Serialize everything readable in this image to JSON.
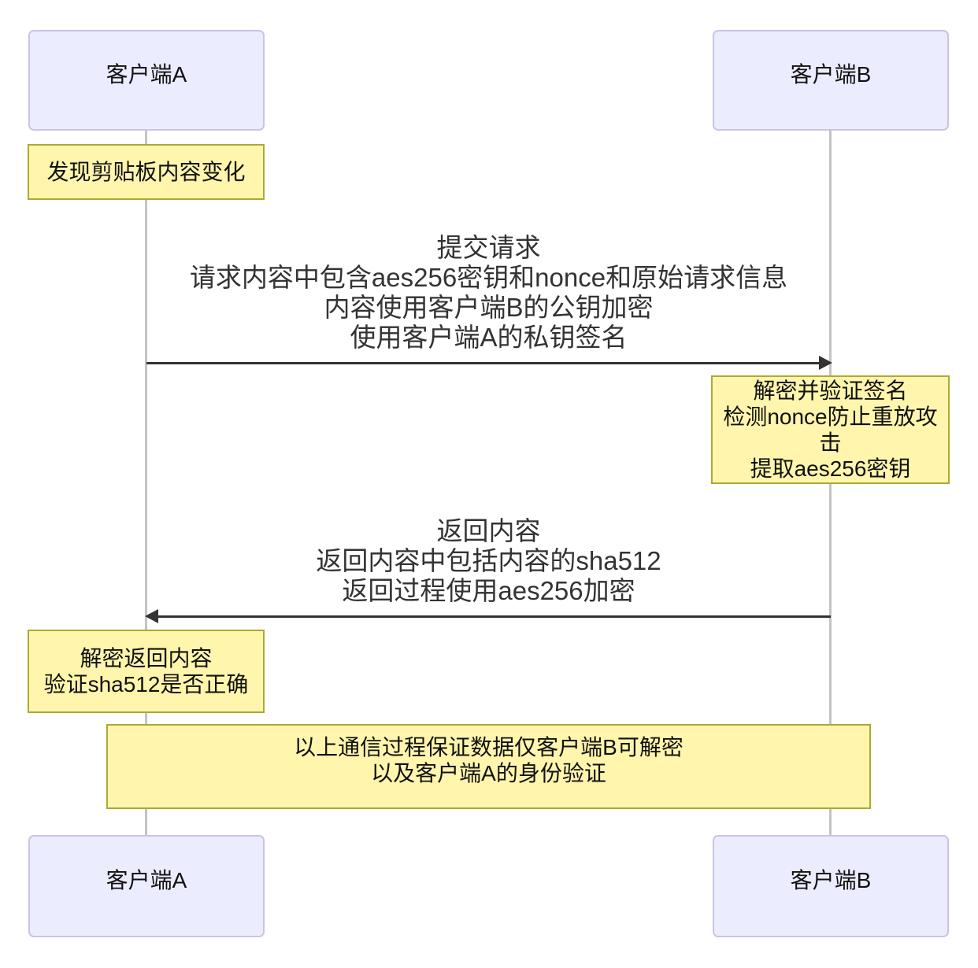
{
  "actors": [
    {
      "id": "client-a",
      "label": "客户端A"
    },
    {
      "id": "client-b",
      "label": "客户端B"
    }
  ],
  "notes": [
    {
      "over": "client-a",
      "lines": [
        "发现剪贴板内容变化"
      ]
    },
    {
      "over": "client-b",
      "lines": [
        "解密并验证签名",
        "检测nonce防止重放攻击",
        "提取aes256密钥"
      ]
    },
    {
      "over": "client-a",
      "lines": [
        "解密返回内容",
        "验证sha512是否正确"
      ]
    },
    {
      "over": "client-a,client-b",
      "lines": [
        "以上通信过程保证数据仅客户端B可解密",
        "以及客户端A的身份验证"
      ]
    }
  ],
  "messages": [
    {
      "from": "client-a",
      "to": "client-b",
      "direction": "right",
      "lines": [
        "提交请求",
        "请求内容中包含aes256密钥和nonce和原始请求信息",
        "内容使用客户端B的公钥加密",
        "使用客户端A的私钥签名"
      ]
    },
    {
      "from": "client-b",
      "to": "client-a",
      "direction": "left",
      "lines": [
        "返回内容",
        "返回内容中包括内容的sha512",
        "返回过程使用aes256加密"
      ]
    }
  ],
  "colors": {
    "actor-fill": "#ECECFF",
    "actor-border": "#C9C4E4",
    "note-fill": "#FFF5AD",
    "note-border": "#AAAA33",
    "line-color": "#333333",
    "lifeline-color": "#C4C4C4"
  }
}
